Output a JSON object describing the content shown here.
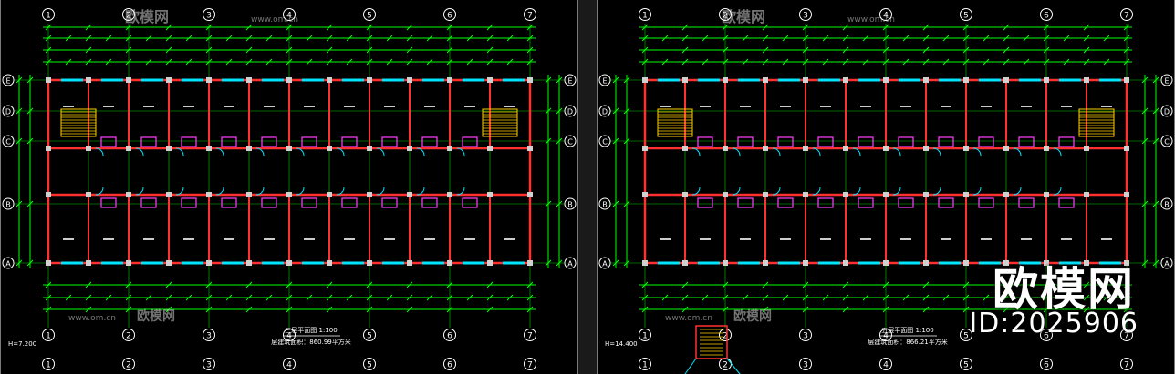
{
  "watermark": {
    "brand": "欧模网",
    "url": "www.om.cn",
    "id_text": "ID:2025906"
  },
  "axes": {
    "numbers": [
      "1",
      "2",
      "3",
      "4",
      "5",
      "6",
      "7"
    ],
    "letters": [
      "A",
      "B",
      "C",
      "D",
      "E"
    ]
  },
  "drawings": [
    {
      "elevation": "H=7.200",
      "plan_title": "三层平面图  1:100",
      "area_text": "层建筑面积：860.99平方米"
    },
    {
      "elevation": "H=14.400",
      "plan_title": "五层平面图  1:100",
      "area_text": "层建筑面积：866.21平方米"
    }
  ],
  "colors": {
    "background": "#000000",
    "dimension": "#00ff00",
    "wall": "#ff3030",
    "axis_bubble": "#ffffff",
    "stair": "#ffd000",
    "window": "#00e5ff",
    "fixture": "#ff40ff",
    "label": "#ffffff"
  }
}
